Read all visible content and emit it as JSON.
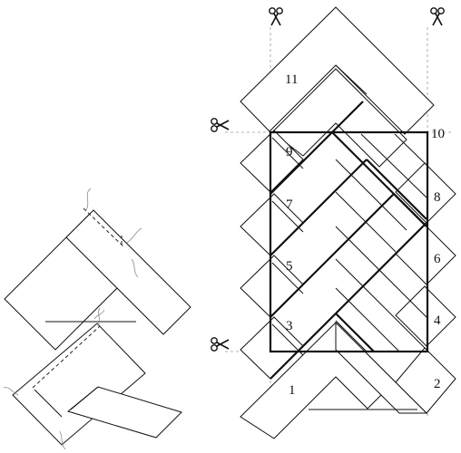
{
  "diagram": {
    "strip_numbers": [
      "1",
      "2",
      "3",
      "4",
      "5",
      "6",
      "7",
      "8",
      "9",
      "10",
      "11"
    ],
    "icons": {
      "scissors": "scissors-icon"
    }
  }
}
